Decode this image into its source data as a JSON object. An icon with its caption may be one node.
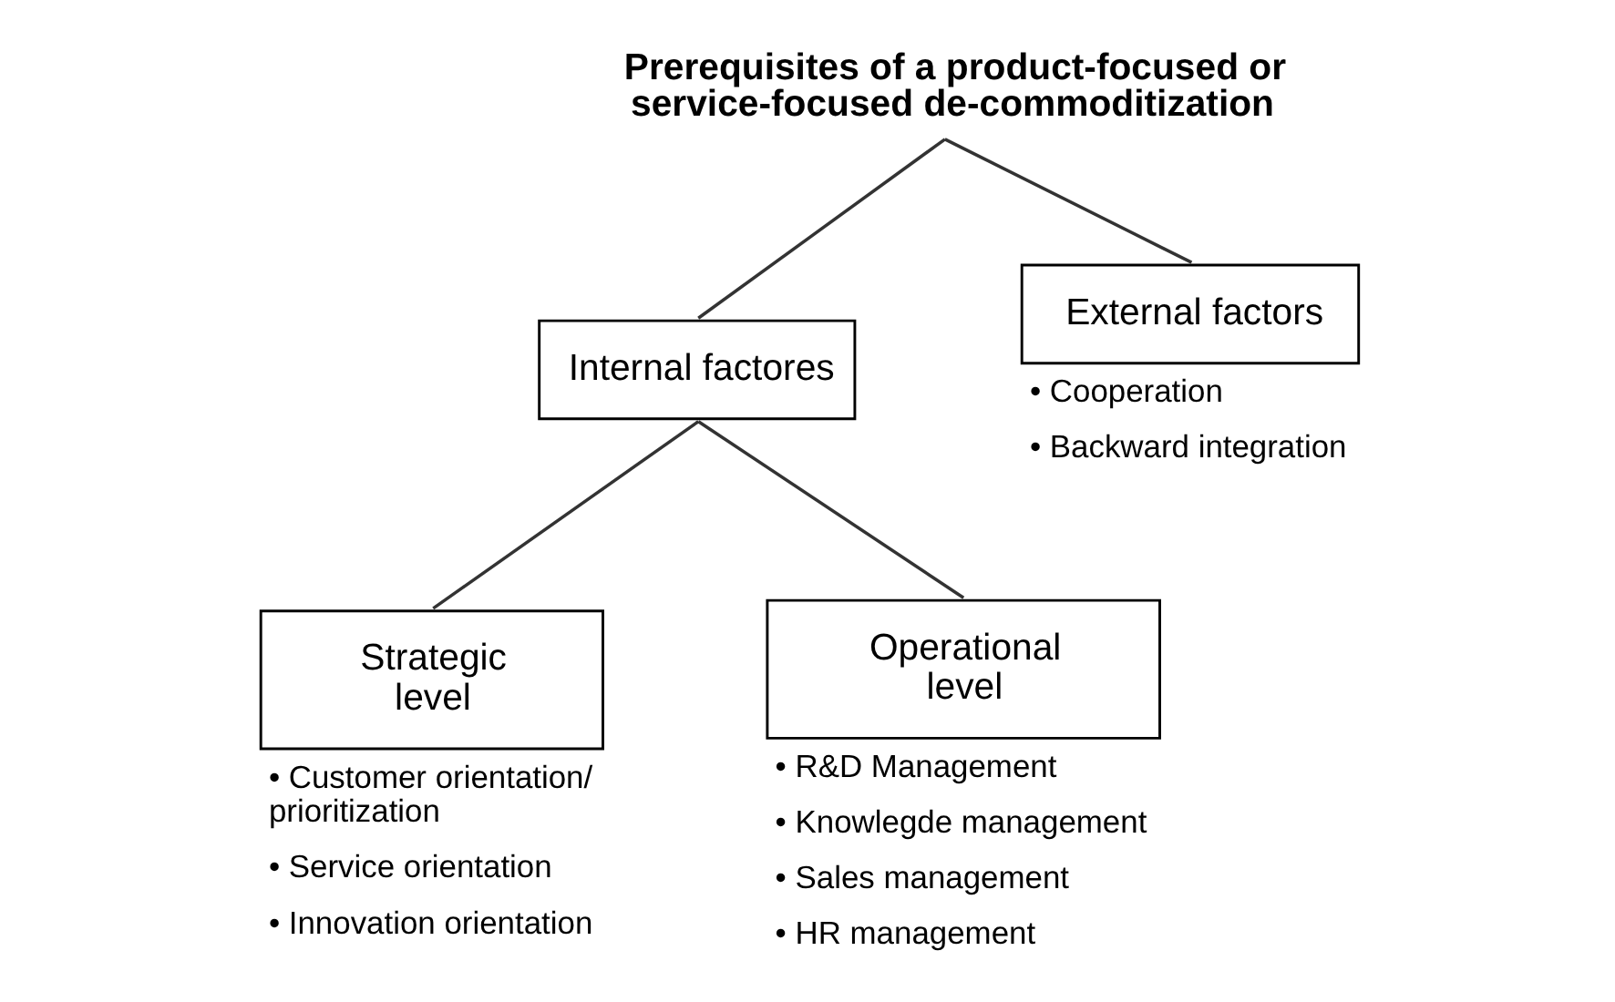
{
  "diagram": {
    "nodes": [
      {
        "text": [
          "Prerequisites of a product-focused or service-focused de-commoditization"
        ]
      },
      {
        "text": [
          "Internal factores"
        ]
      },
      {
        "text": [
          "External factors"
        ],
        "beside": [
          "• Cooperation",
          "• Backward integration"
        ]
      },
      {
        "text": [
          "Strategic level"
        ],
        "beside": [
          "• Customer orientation/ prioritization",
          "• Service orientation",
          "• Innovation orientation"
        ]
      },
      {
        "text": [
          "Operational level"
        ],
        "beside": [
          "• R&D Management",
          "• Knowlegde management",
          "• Sales management",
          "• HR management"
        ]
      }
    ],
    "edges": [
      {
        "from": 0,
        "to": 1,
        "arrow": "none"
      },
      {
        "from": 0,
        "to": 2,
        "arrow": "none"
      },
      {
        "from": 1,
        "to": 3,
        "arrow": "none"
      },
      {
        "from": 1,
        "to": 4,
        "arrow": "none"
      }
    ]
  }
}
